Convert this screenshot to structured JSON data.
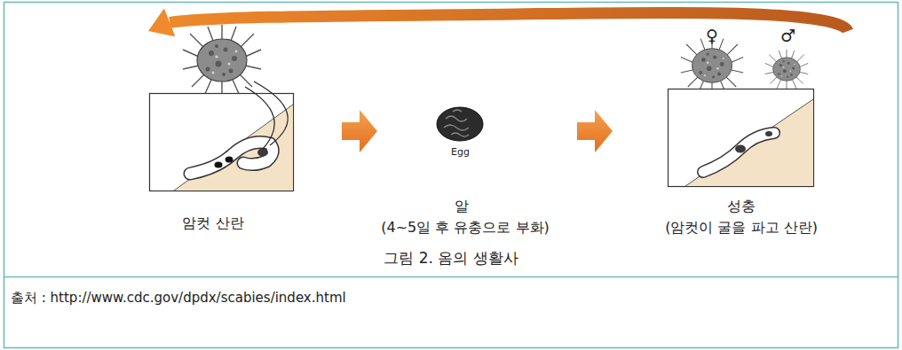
{
  "diagram": {
    "caption": "그림 2. 옴의 생활사",
    "nodes": [
      {
        "text": [
          "암컷 산란"
        ]
      },
      {
        "text": [
          "알",
          "(4~5일 후 유충으로 부화)"
        ]
      },
      {
        "text": [
          "성충",
          "(암컷이 굴을 파고 산란)"
        ]
      }
    ],
    "edges": [
      {
        "from": 0,
        "to": 1,
        "arrow": "to"
      },
      {
        "from": 1,
        "to": 2,
        "arrow": "to"
      },
      {
        "from": 2,
        "to": 0,
        "arrow": "to"
      }
    ],
    "labels": [
      "Egg",
      "♀",
      "♂",
      "출처 : http://www.cdc.gov/dpdx/scabies/index.html"
    ]
  }
}
